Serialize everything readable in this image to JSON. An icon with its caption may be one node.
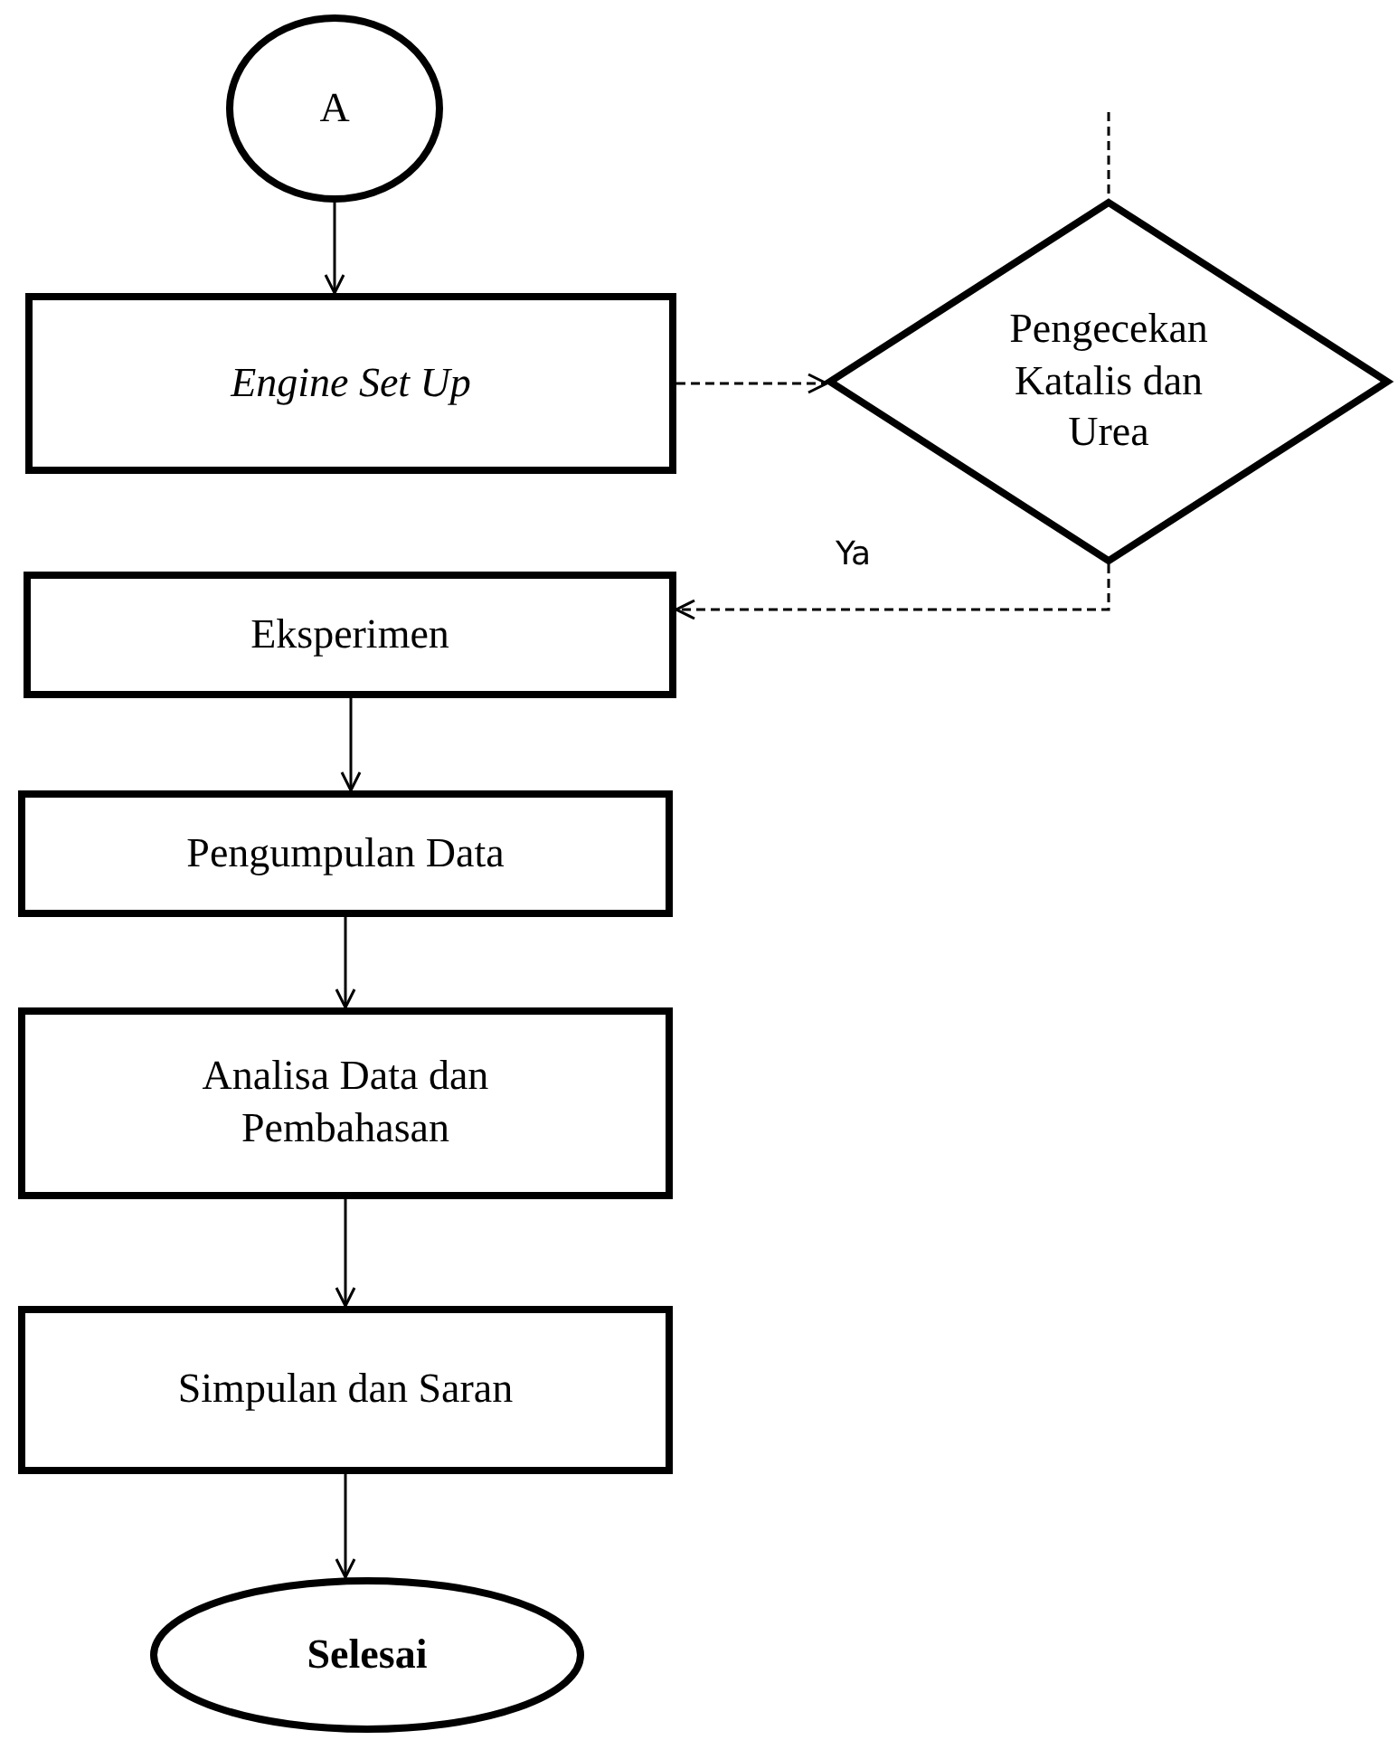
{
  "diagram": {
    "nodes": [
      {
        "text": [
          "A"
        ]
      },
      {
        "text": [
          "Engine Set Up"
        ]
      },
      {
        "text": [
          "Pengecekan Katalis dan Urea"
        ]
      },
      {
        "text": [
          "Eksperimen"
        ]
      },
      {
        "text": [
          "Pengumpulan Data"
        ]
      },
      {
        "text": [
          "Analisa Data dan Pembahasan"
        ]
      },
      {
        "text": [
          "Simpulan dan Saran"
        ]
      },
      {
        "text": [
          "Selesai"
        ]
      }
    ],
    "edges": [
      {
        "from": 0,
        "to": 1,
        "arrow": "to"
      },
      {
        "from": 1,
        "to": 2,
        "arrow": "to",
        "style": "dashed"
      },
      {
        "from": null,
        "to": 2,
        "arrow": "none",
        "style": "dashed"
      },
      {
        "from": 2,
        "to": 3,
        "arrow": "to",
        "style": "dashed",
        "label": "Ya"
      },
      {
        "from": 3,
        "to": 4,
        "arrow": "to"
      },
      {
        "from": 4,
        "to": 5,
        "arrow": "to"
      },
      {
        "from": 5,
        "to": 6,
        "arrow": "to"
      },
      {
        "from": 6,
        "to": 7,
        "arrow": "to"
      }
    ]
  }
}
